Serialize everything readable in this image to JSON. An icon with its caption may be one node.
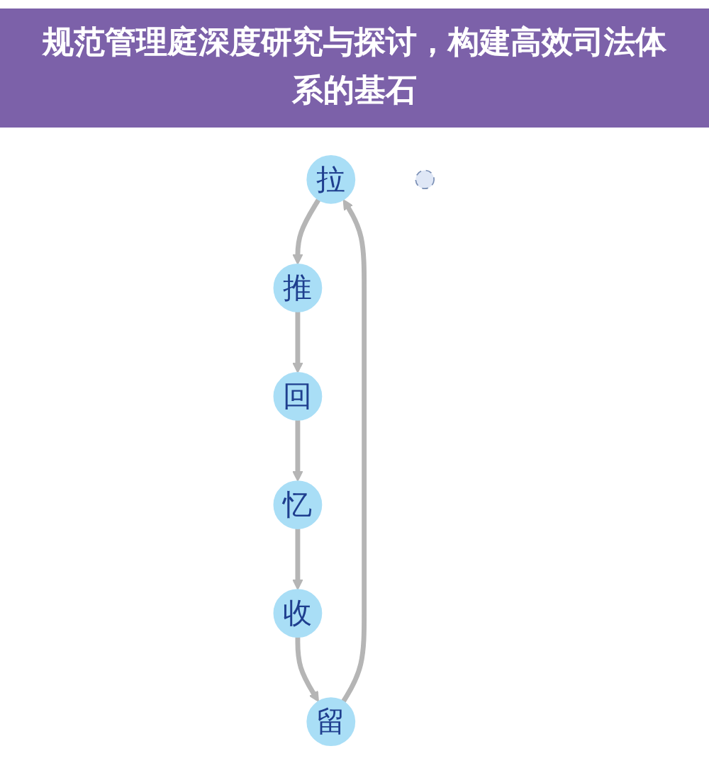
{
  "diagram": {
    "title": "规范管理庭深度研究与探讨，构建高效司法体系的基石",
    "nodes": [
      {
        "text": [
          "拉"
        ]
      },
      {
        "text": [
          "留"
        ]
      },
      {
        "text": [
          "推"
        ]
      },
      {
        "text": [],
        "shape": "circle"
      },
      {
        "text": [
          "收"
        ]
      },
      {
        "text": [
          "回"
        ]
      },
      {
        "text": [
          "忆"
        ]
      }
    ],
    "edges": [
      {
        "from": 1,
        "to": 0,
        "arrow": "to"
      },
      {
        "from": 0,
        "to": 2,
        "arrow": "to"
      },
      {
        "from": 2,
        "to": 5,
        "arrow": "to"
      },
      {
        "from": 5,
        "to": 6,
        "arrow": "to"
      },
      {
        "from": 6,
        "to": 4,
        "arrow": "to"
      },
      {
        "from": 4,
        "to": 1,
        "arrow": "to"
      }
    ]
  }
}
